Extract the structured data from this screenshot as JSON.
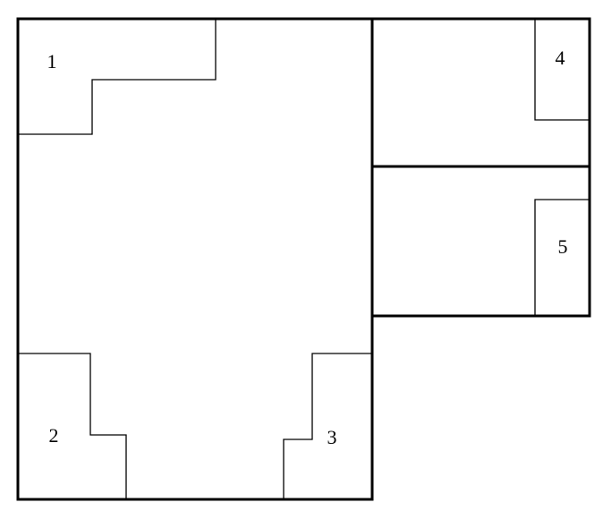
{
  "diagram": {
    "labels": {
      "region_1": "1",
      "region_2": "2",
      "region_3": "3",
      "region_4": "4",
      "region_5": "5"
    },
    "colors": {
      "stroke": "#000000",
      "background": "#ffffff"
    }
  }
}
